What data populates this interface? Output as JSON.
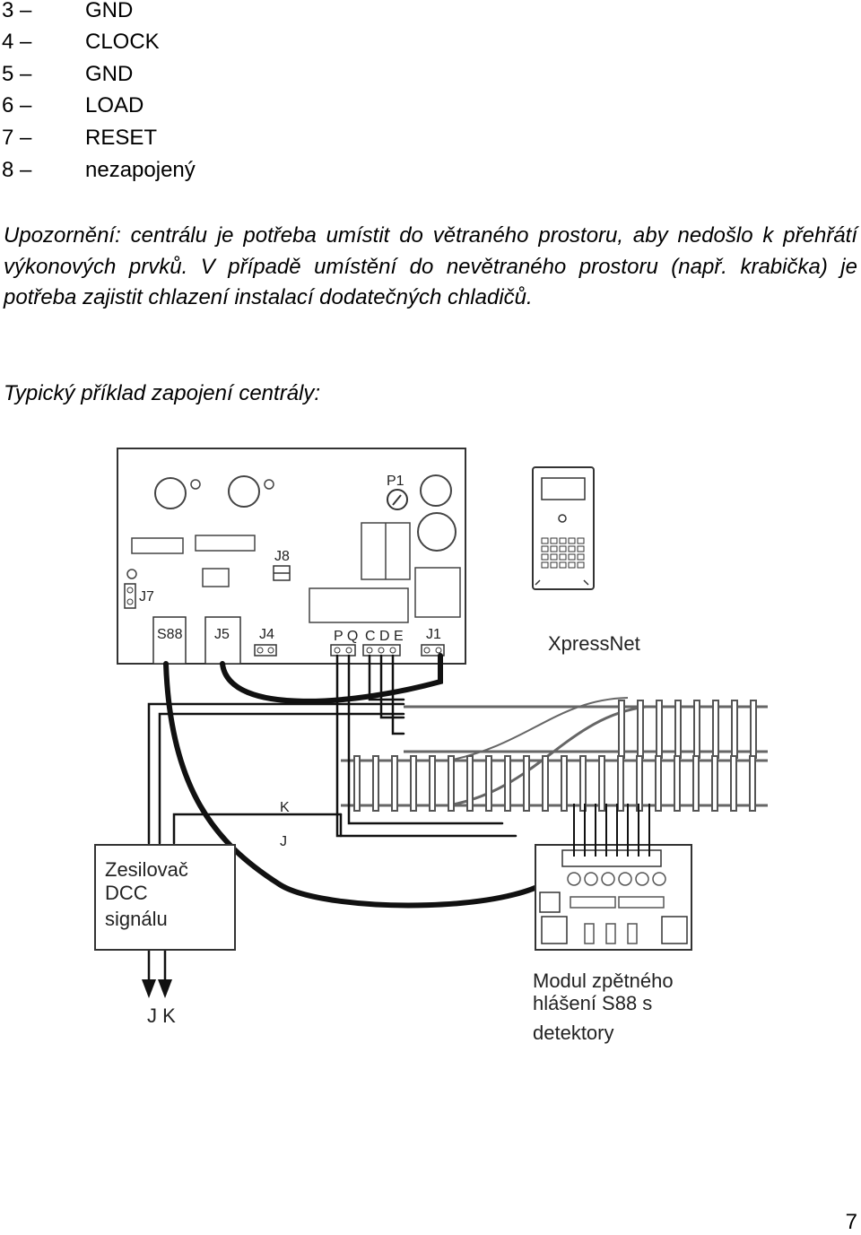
{
  "pin_list": [
    {
      "num": "3 –",
      "name": "GND"
    },
    {
      "num": "4 –",
      "name": "CLOCK"
    },
    {
      "num": "5 –",
      "name": "GND"
    },
    {
      "num": "6 –",
      "name": "LOAD"
    },
    {
      "num": "7 –",
      "name": "RESET"
    },
    {
      "num": "8 –",
      "name": "nezapojený"
    }
  ],
  "warning": "Upozornění: centrálu je potřeba umístit do větraného prostoru, aby nedošlo k přehřátí výkonových prvků. V případě umístění do nevětraného prostoru (např. krabička) je potřeba zajistit chlazení instalací dodatečných chladičů.",
  "section_title": "Typický příklad zapojení centrály:",
  "diagram": {
    "board_labels": {
      "p1": "P1",
      "j8": "J8",
      "j7": "J7",
      "s88": "S88",
      "j5": "J5",
      "j4": "J4",
      "pq": "P Q",
      "cde": "C D E",
      "j1": "J1"
    },
    "xpressnet": "XpressNet",
    "wire_k": "K",
    "wire_j": "J",
    "amplifier": {
      "line1": "Zesilovač",
      "line2": "DCC",
      "line3": "signálu"
    },
    "output_jk": "J K",
    "s88_module": {
      "line1": "Modul zpětného",
      "line2": "hlášení S88 s",
      "line3": "detektory"
    }
  },
  "page_number": "7"
}
